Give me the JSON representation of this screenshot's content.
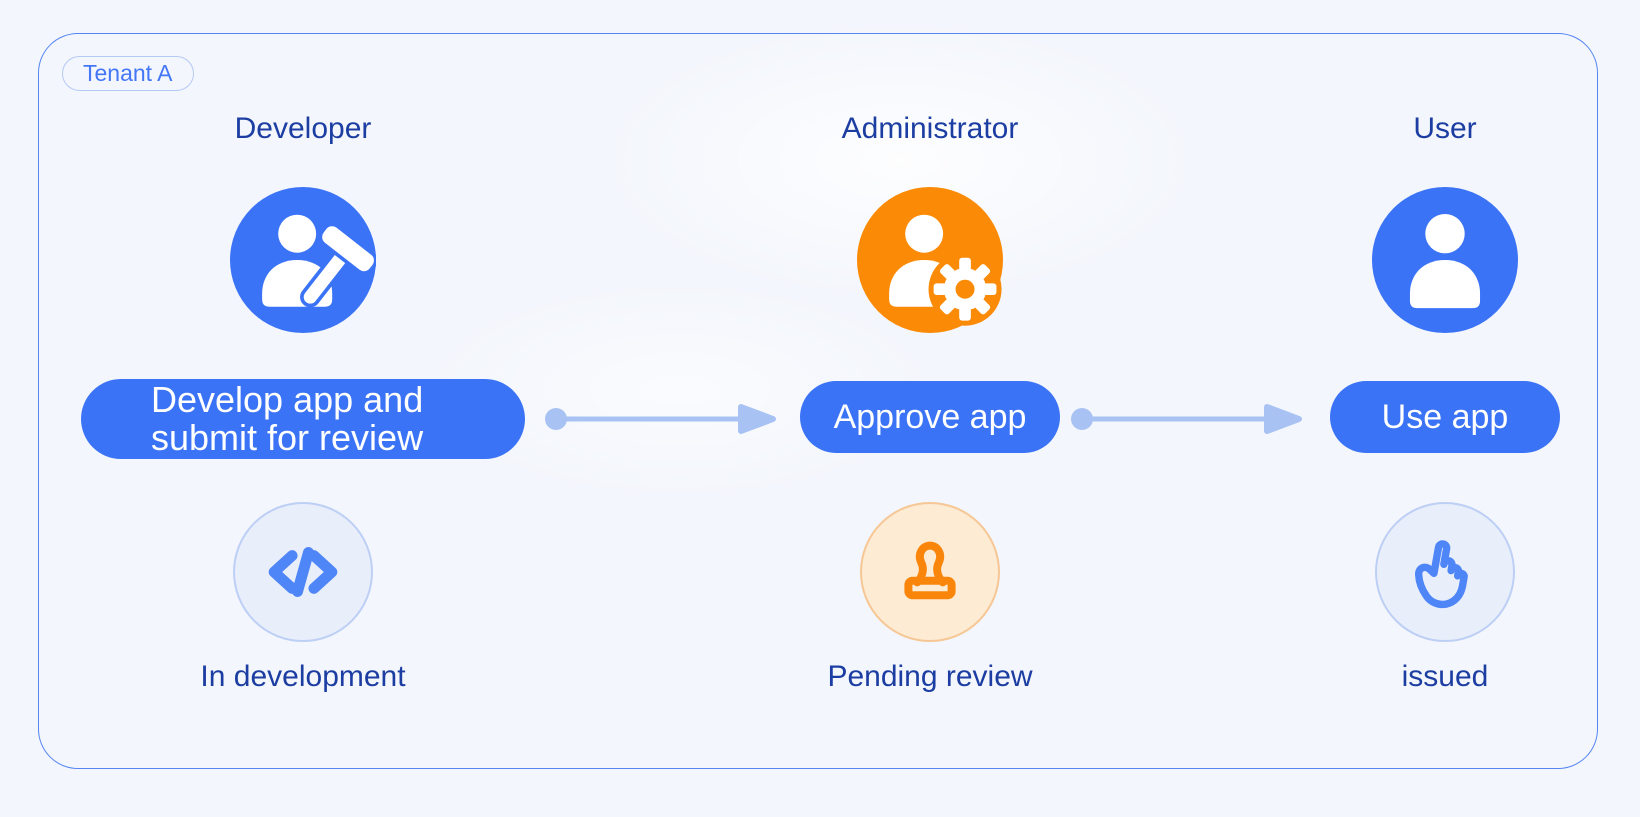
{
  "tenant": {
    "label": "Tenant A"
  },
  "colors": {
    "canvas_bg": "#F3F6FC",
    "panel_border": "#5585F2",
    "primary_blue": "#3B73F6",
    "orange": "#FB8B07",
    "arrow_blue": "#A9C2F4",
    "label_navy": "#1C3DA2",
    "tenant_text": "#4377F5",
    "tenant_border": "#B5C9F5",
    "status_blue_fill": "#E9EEFB",
    "status_blue_border": "#BDCFF5",
    "status_blue_icon": "#4E85F7",
    "status_orange_fill": "#FDEBD4",
    "status_orange_border": "#F6C795",
    "status_orange_icon": "#F9860B",
    "pill_text": "#FFFFFF"
  },
  "columns": [
    {
      "role": "Developer",
      "avatar_icon": "developer-hammer-avatar-icon",
      "action_line1": "Develop app and",
      "action_line2": "submit for review",
      "status_icon": "code-icon",
      "status_label": "In development"
    },
    {
      "role": "Administrator",
      "avatar_icon": "admin-gear-avatar-icon",
      "action_label": "Approve app",
      "status_icon": "stamp-icon",
      "status_label": "Pending review"
    },
    {
      "role": "User",
      "avatar_icon": "user-avatar-icon",
      "action_label": "Use app",
      "status_icon": "pointer-hand-icon",
      "status_label": "issued"
    }
  ]
}
